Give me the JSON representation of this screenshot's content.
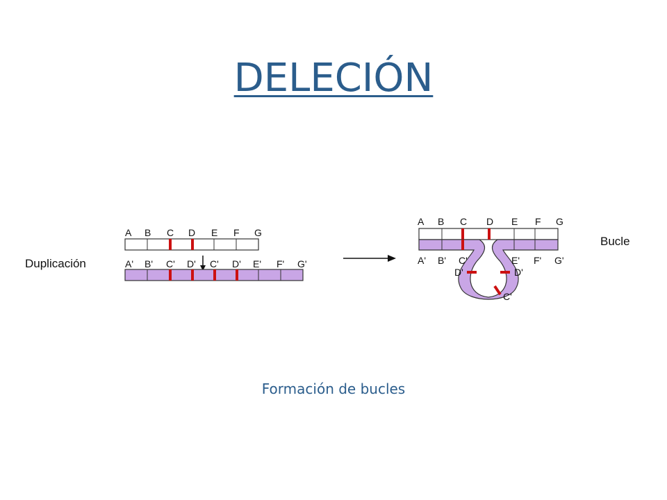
{
  "title": "DELECIÓN",
  "caption": "Formación de bucles",
  "left_label": "Duplicación",
  "right_label": "Bucle",
  "left_top_genes": [
    "A",
    "B",
    "C",
    "D",
    "E",
    "F",
    "G"
  ],
  "left_bottom_genes": [
    "A'",
    "B'",
    "C'",
    "D'",
    "C'",
    "D'",
    "E'",
    "F'",
    "G'"
  ],
  "right_top_genes": [
    "A",
    "B",
    "C",
    "D",
    "E",
    "F",
    "G"
  ],
  "right_bottom_genes": [
    "A'",
    "B'",
    "C'",
    "E'",
    "F'",
    "G'"
  ],
  "loop_genes": [
    "D'",
    "D'",
    "C'"
  ],
  "colors": {
    "title": "#2b5d8c",
    "chromatid": "#c9a6e6",
    "band": "#cc1111",
    "outline": "#333333"
  }
}
